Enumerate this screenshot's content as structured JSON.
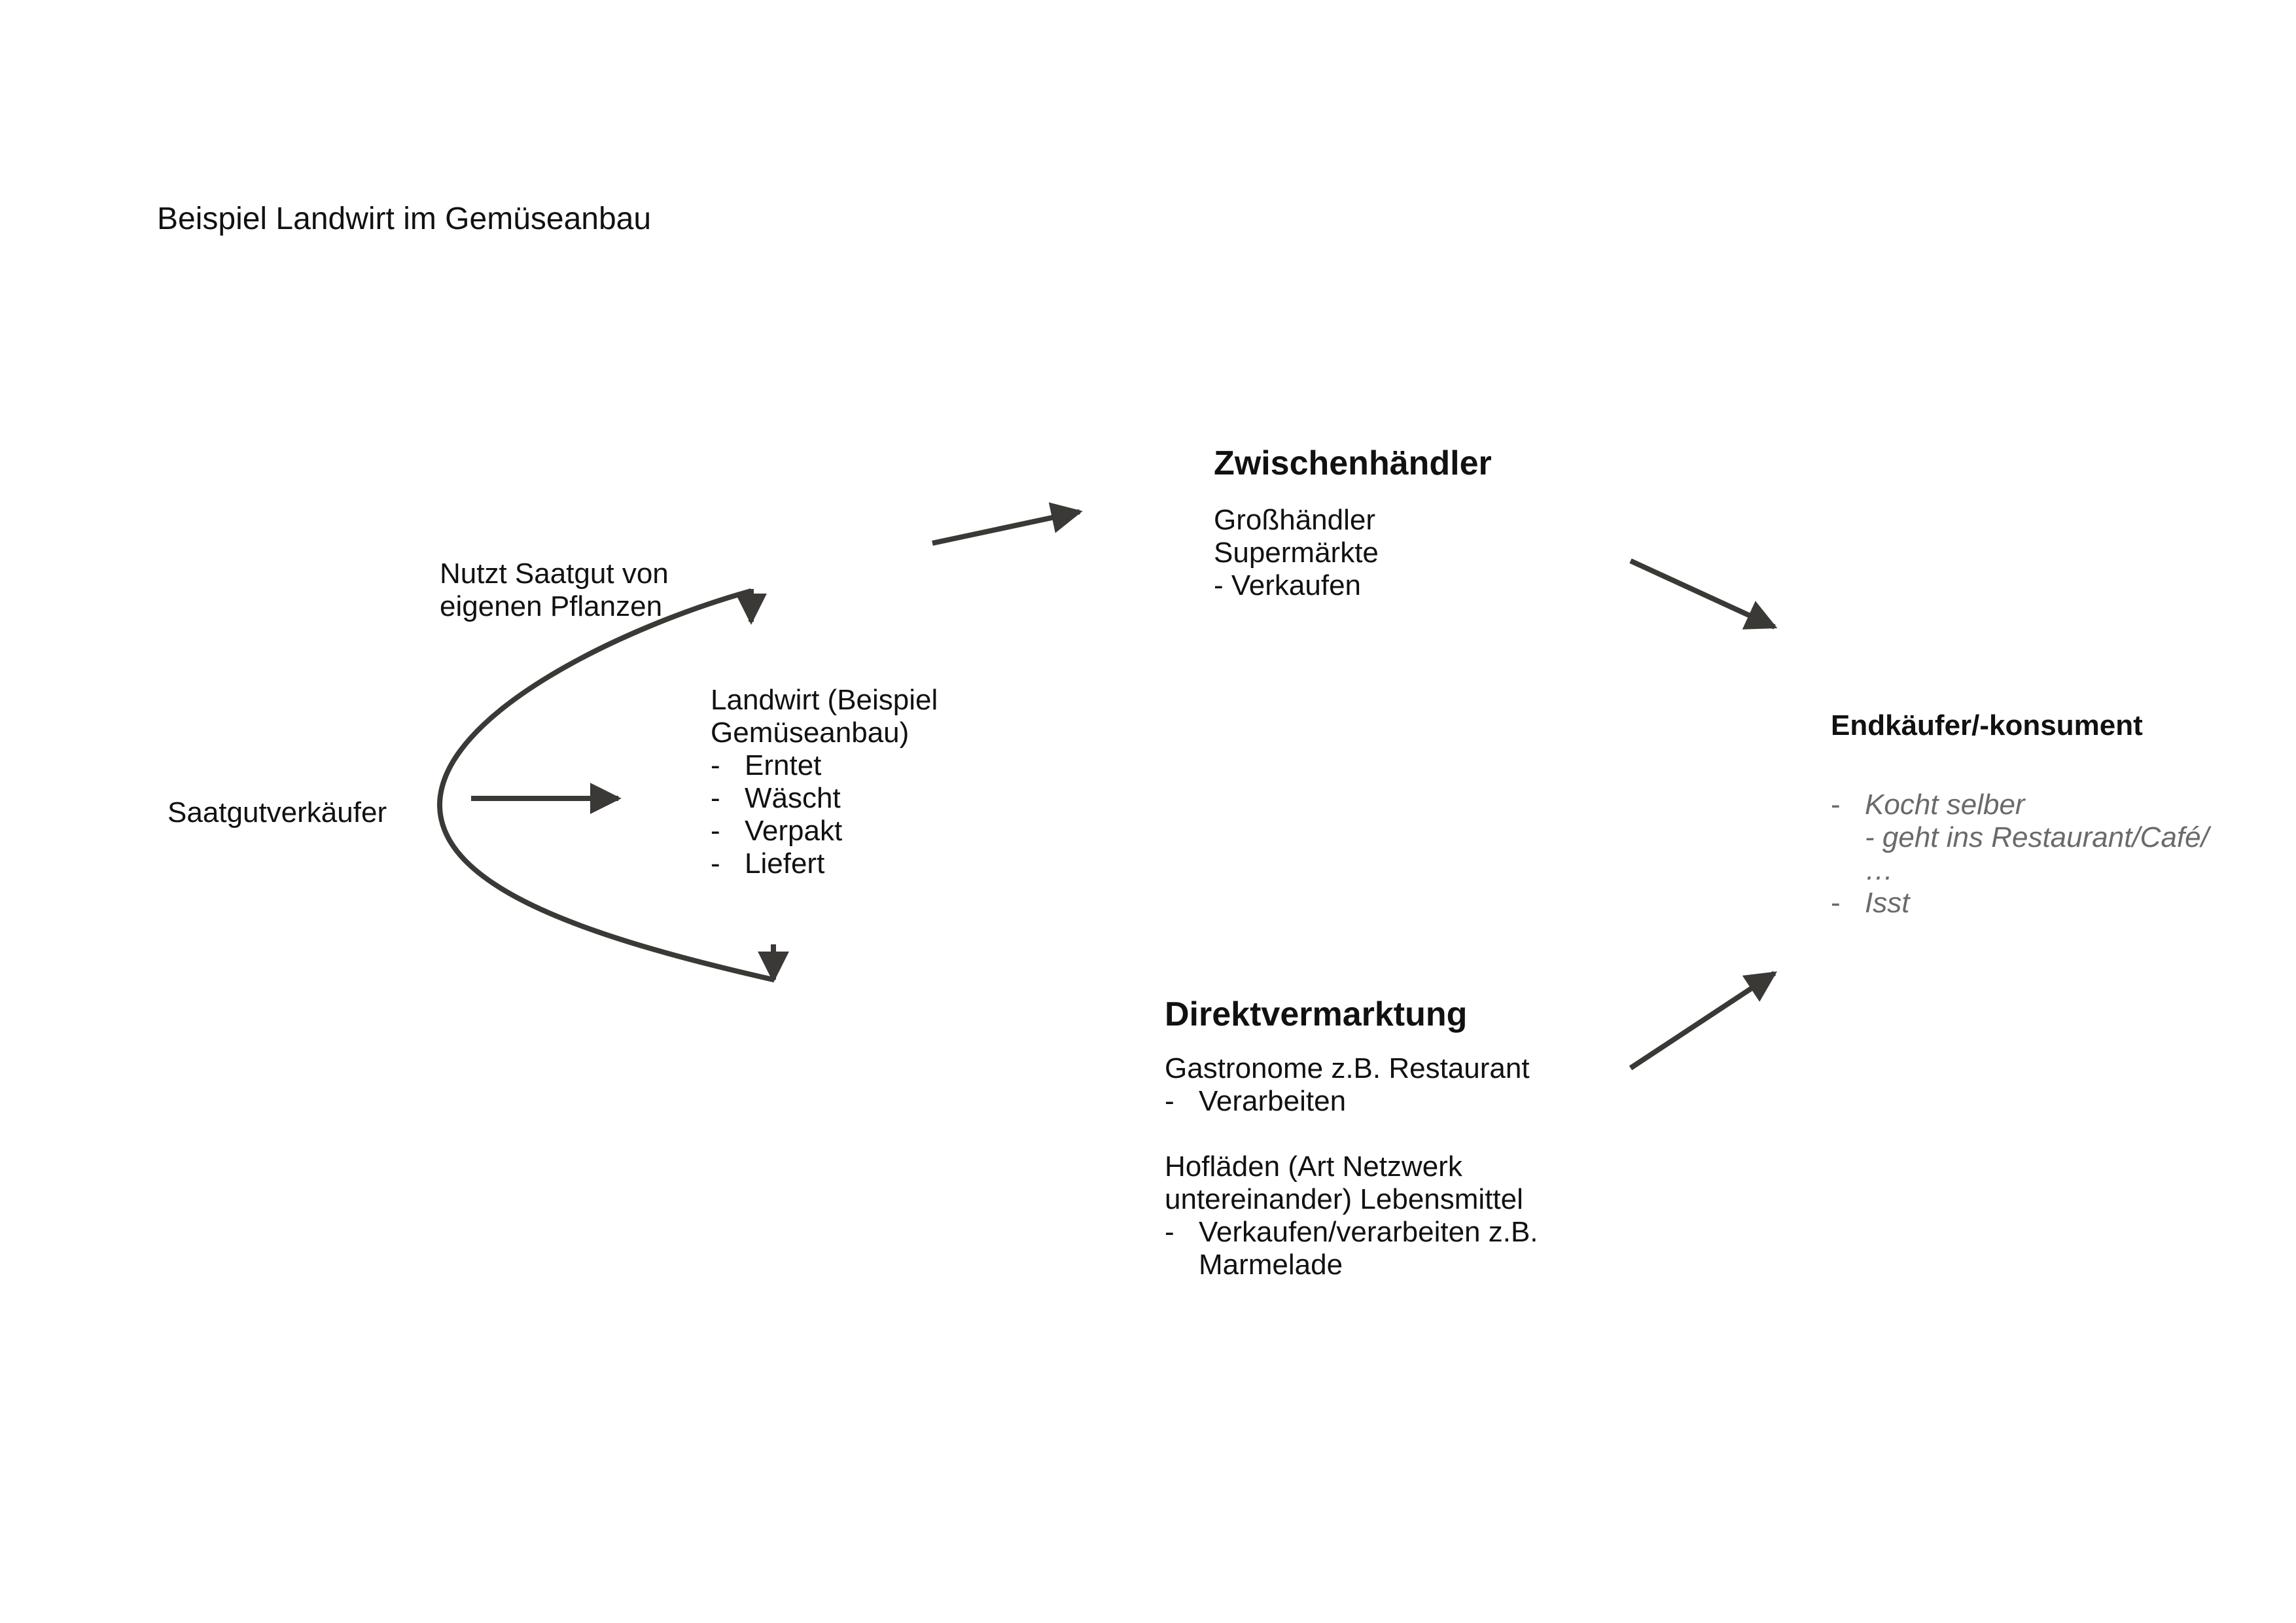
{
  "title": "Beispiel Landwirt im Gemüseanbau",
  "seller": "Saatgutverkäufer",
  "loop_note": [
    "Nutzt Saatgut von",
    "eigenen Pflanzen"
  ],
  "farmer": {
    "lines": [
      "Landwirt (Beispiel",
      "Gemüseanbau)"
    ],
    "bullets": [
      "Erntet",
      "Wäscht",
      "Verpakt",
      "Liefert"
    ]
  },
  "intermediary": {
    "heading": "Zwischenhändler",
    "lines": [
      "Großhändler",
      "Supermärkte",
      "- Verkaufen"
    ]
  },
  "direct": {
    "heading": "Direktvermarktung",
    "line1": "Gastronome z.B. Restaurant",
    "bullet1": "Verarbeiten",
    "lines2": [
      "Hofläden (Art Netzwerk",
      "untereinander) Lebensmittel"
    ],
    "bullet2": [
      "Verkaufen/verarbeiten z.B.",
      "Marmelade"
    ]
  },
  "consumer": {
    "heading": "Endkäufer/-konsument",
    "bullet1": "Kocht selber",
    "sub_lines": [
      "- geht ins Restaurant/Café/",
      "…"
    ],
    "bullet2": "Isst"
  },
  "bullet_dash": "-",
  "colors": {
    "text": "#111111",
    "arrow": "#3a3936",
    "muted": "#6a6a6a",
    "background": "#ffffff"
  },
  "arrows": [
    {
      "from": "Saatgutverkäufer",
      "to": "Landwirt (Beispiel Gemüseanbau)"
    },
    {
      "from": "Landwirt (Beispiel Gemüseanbau)",
      "to": "Zwischenhändler"
    },
    {
      "from": "Zwischenhändler",
      "to": "Endkäufer/-konsument"
    },
    {
      "from": "Direktvermarktung",
      "to": "Endkäufer/-konsument"
    }
  ]
}
